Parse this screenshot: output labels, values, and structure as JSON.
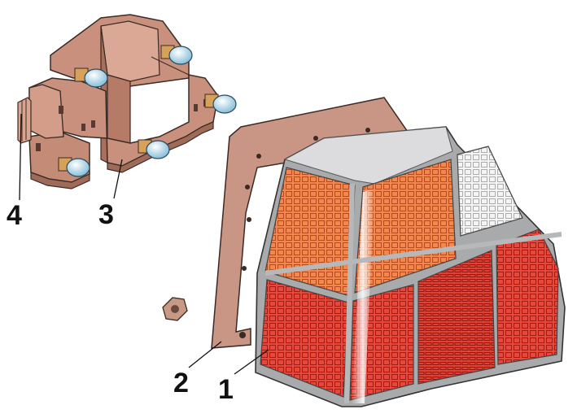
{
  "callouts": {
    "lens": "1",
    "gasket": "2",
    "bulb_holder": "3",
    "connector": "4"
  },
  "colors": {
    "housing": "#c9917d",
    "housing_shadow": "#9e6b58",
    "gasket": "#c99686",
    "lens_amber": "#f1894e",
    "lens_red": "#e8473b",
    "lens_clear": "#f2f2f2",
    "frame": "#a9aaac"
  }
}
